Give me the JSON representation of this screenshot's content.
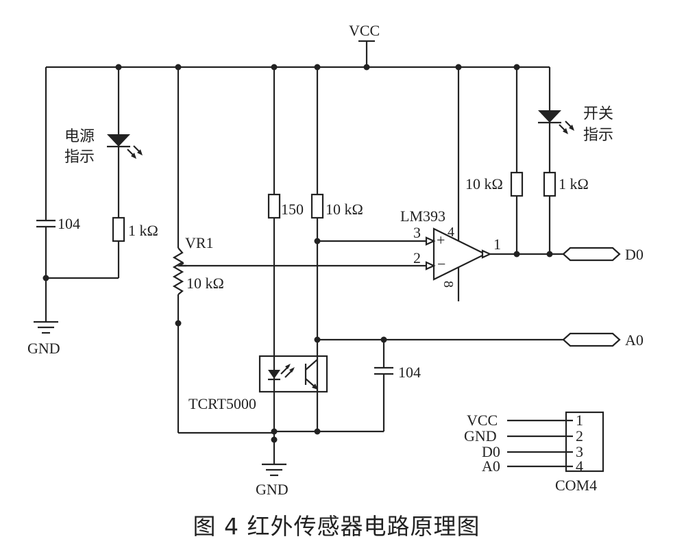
{
  "labels": {
    "vcc": "VCC",
    "gnd_left": "GND",
    "gnd_bottom": "GND",
    "power_indicator_line1": "电源",
    "power_indicator_line2": "指示",
    "switch_indicator_line1": "开关",
    "switch_indicator_line2": "指示",
    "c1": "104",
    "r_led1": "1 kΩ",
    "vr1": "VR1",
    "vr1_value": "10 kΩ",
    "r_150": "150",
    "r_10k_mid": "10 kΩ",
    "chip": "LM393",
    "pin3": "3",
    "pin2": "2",
    "pin1": "1",
    "pin4": "4",
    "pin8": "8",
    "plus": "+",
    "minus": "−",
    "r_10k_right": "10 kΩ",
    "r_led2": "1 kΩ",
    "d0": "D0",
    "a0": "A0",
    "c2": "104",
    "sensor": "TCRT5000"
  },
  "connector": {
    "name": "COM4",
    "pins": [
      {
        "label": "VCC",
        "number": "1"
      },
      {
        "label": "GND",
        "number": "2"
      },
      {
        "label": "D0",
        "number": "3"
      },
      {
        "label": "A0",
        "number": "4"
      }
    ]
  },
  "caption": "图 4   红外传感器电路原理图"
}
